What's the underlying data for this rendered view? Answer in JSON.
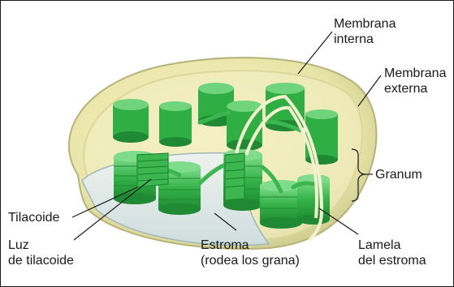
{
  "labels": {
    "membrana_interna": [
      "Membrana",
      "interna"
    ],
    "membrana_externa": [
      "Membrana",
      "externa"
    ],
    "granum": "Granum",
    "tilacoide": "Tilacoide",
    "luz_tilacoide": [
      "Luz",
      "de tilacoide"
    ],
    "estroma": [
      "Estroma",
      "(rodea los grana)"
    ],
    "lamela": [
      "Lamela",
      "del estroma"
    ]
  },
  "colors": {
    "outer_membrane": "#e6e3a0",
    "inner_space": "#f2eec2",
    "stroma": "#dfe8e8",
    "granum_light": "#56cc66",
    "granum_mid": "#2fae43",
    "granum_dark": "#1f8a33",
    "lamella": "#3cb64e"
  }
}
